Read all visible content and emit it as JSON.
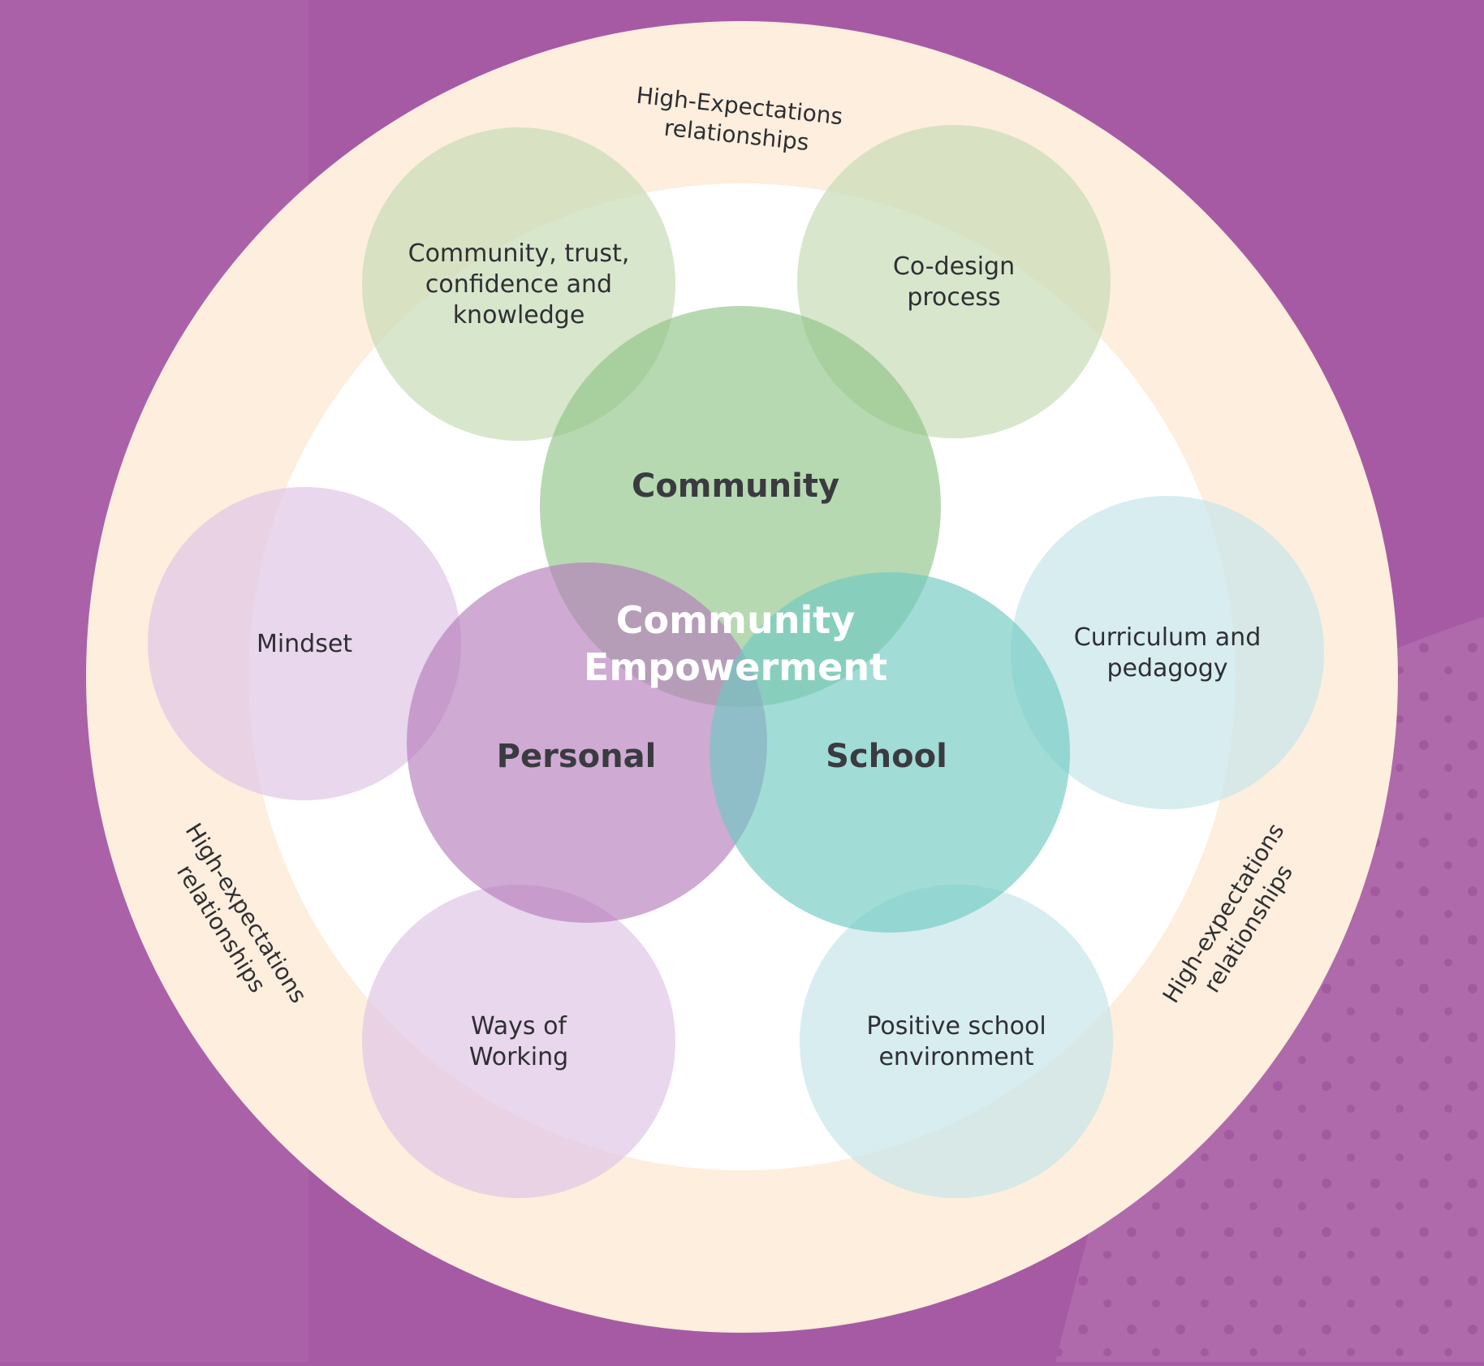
{
  "diagram": {
    "title": "Community Empowerment",
    "center_label_lines": [
      "Community",
      "Empowerment"
    ],
    "core_circles": [
      {
        "id": "community",
        "label": "Community",
        "color": "#8fc587"
      },
      {
        "id": "personal",
        "label": "Personal",
        "color": "#b57cbb"
      },
      {
        "id": "school",
        "label": "School",
        "color": "#6ec9c2"
      }
    ],
    "outer_circles": [
      {
        "id": "ctck",
        "label_lines": [
          "Community, trust,",
          "confidence and",
          "knowledge"
        ],
        "color": "#c8dcb6"
      },
      {
        "id": "codesign",
        "label_lines": [
          "Co-design",
          "process"
        ],
        "color": "#c8dcb6"
      },
      {
        "id": "mindset",
        "label_lines": [
          "Mindset"
        ],
        "color": "#e0c6e6"
      },
      {
        "id": "curriculum",
        "label_lines": [
          "Curriculum and",
          "pedagogy"
        ],
        "color": "#c6e6ea"
      },
      {
        "id": "ways",
        "label_lines": [
          "Ways of",
          "Working"
        ],
        "color": "#e0c6e6"
      },
      {
        "id": "positive",
        "label_lines": [
          "Positive school",
          "environment"
        ],
        "color": "#c6e6ea"
      }
    ],
    "ring_labels": [
      {
        "id": "top",
        "lines": [
          "High-Expectations",
          "relationships"
        ]
      },
      {
        "id": "left",
        "lines": [
          "High-expectations",
          "relationships"
        ]
      },
      {
        "id": "right",
        "lines": [
          "High-expectations",
          "relationships"
        ]
      }
    ],
    "colors": {
      "background": "#a65aa4",
      "ring": "#fdeedd",
      "inner": "#ffffff"
    }
  }
}
